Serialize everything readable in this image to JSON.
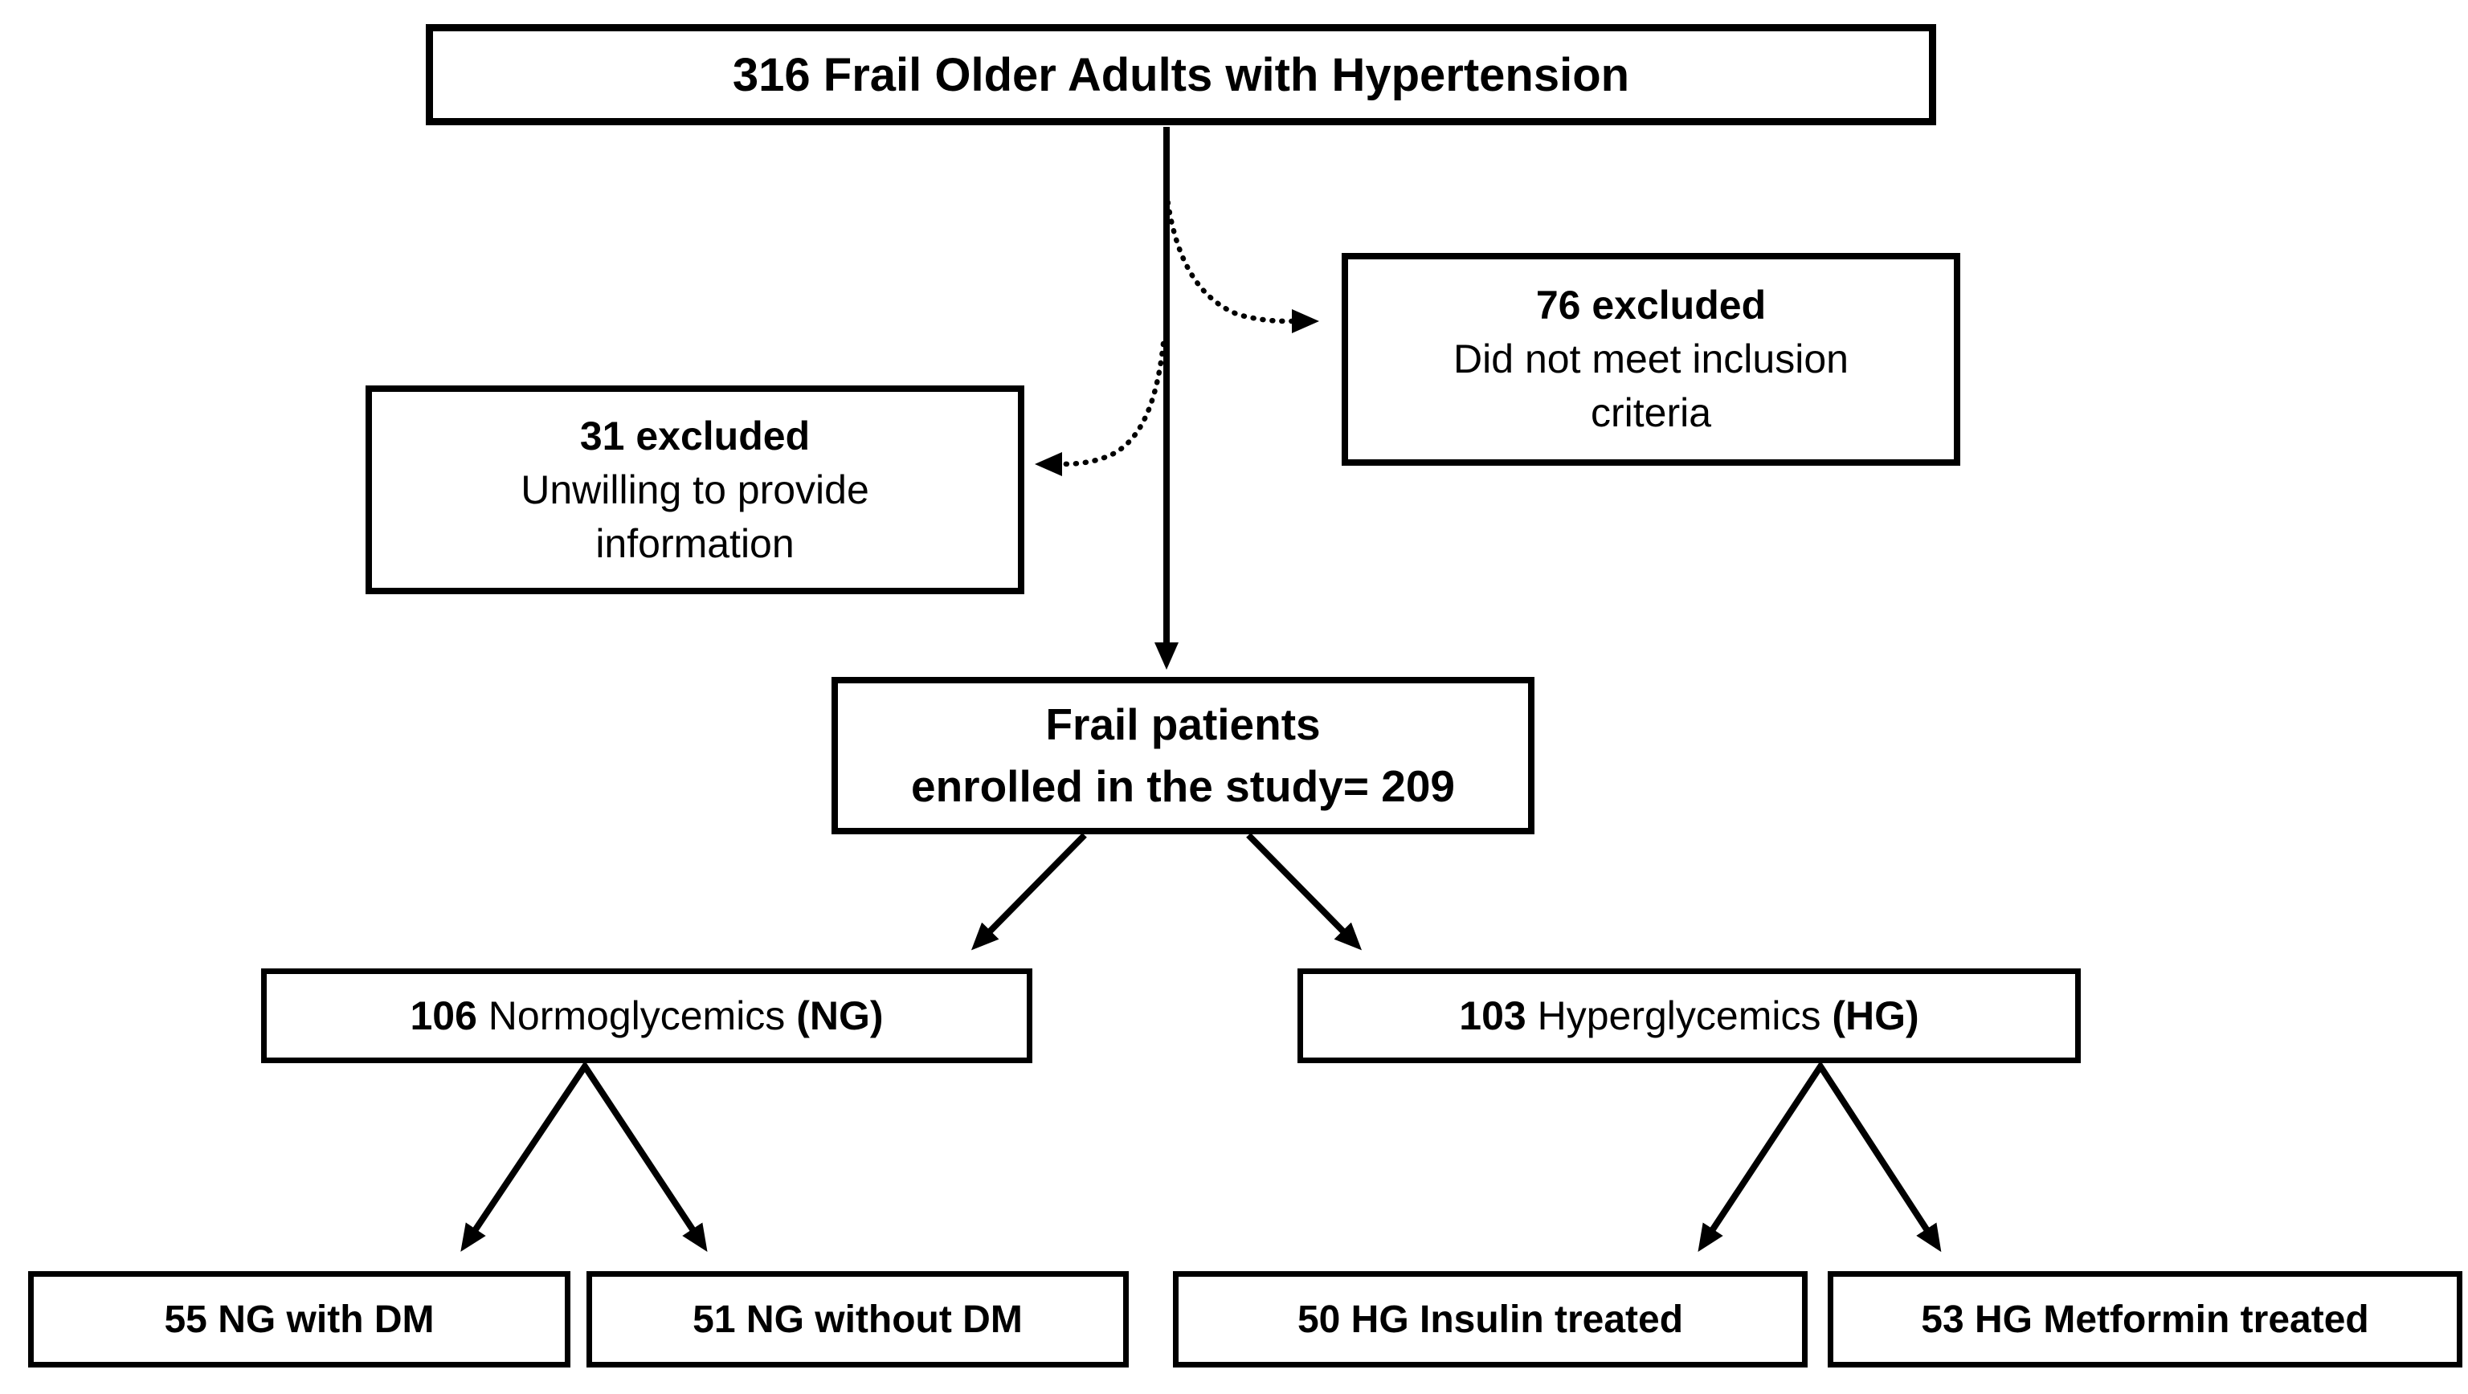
{
  "colors": {
    "ink": "#000000",
    "background": "#ffffff",
    "box_fill": "#ffffff"
  },
  "nodes": {
    "screened": {
      "text": "316 Frail Older Adults with Hypertension"
    },
    "excluded_criteria": {
      "title": "76 excluded",
      "lines": [
        "Did not meet inclusion",
        "criteria"
      ]
    },
    "excluded_unwilling": {
      "title": "31 excluded",
      "lines": [
        "Unwilling to provide",
        "information"
      ]
    },
    "enrolled": {
      "lines": [
        "Frail patients",
        "enrolled in the study= 209"
      ]
    },
    "normoglycemics": {
      "count": "106 ",
      "label": "Normoglycemics ",
      "abbr": "(NG)"
    },
    "hyperglycemics": {
      "count": "103 ",
      "label": "Hyperglycemics ",
      "abbr": "(HG)"
    },
    "ng_with_dm": {
      "text": "55 NG with DM"
    },
    "ng_without_dm": {
      "text": "51 NG without DM"
    },
    "hg_insulin": {
      "text": "50 HG Insulin treated"
    },
    "hg_metformin": {
      "text": "53 HG Metformin treated"
    }
  }
}
